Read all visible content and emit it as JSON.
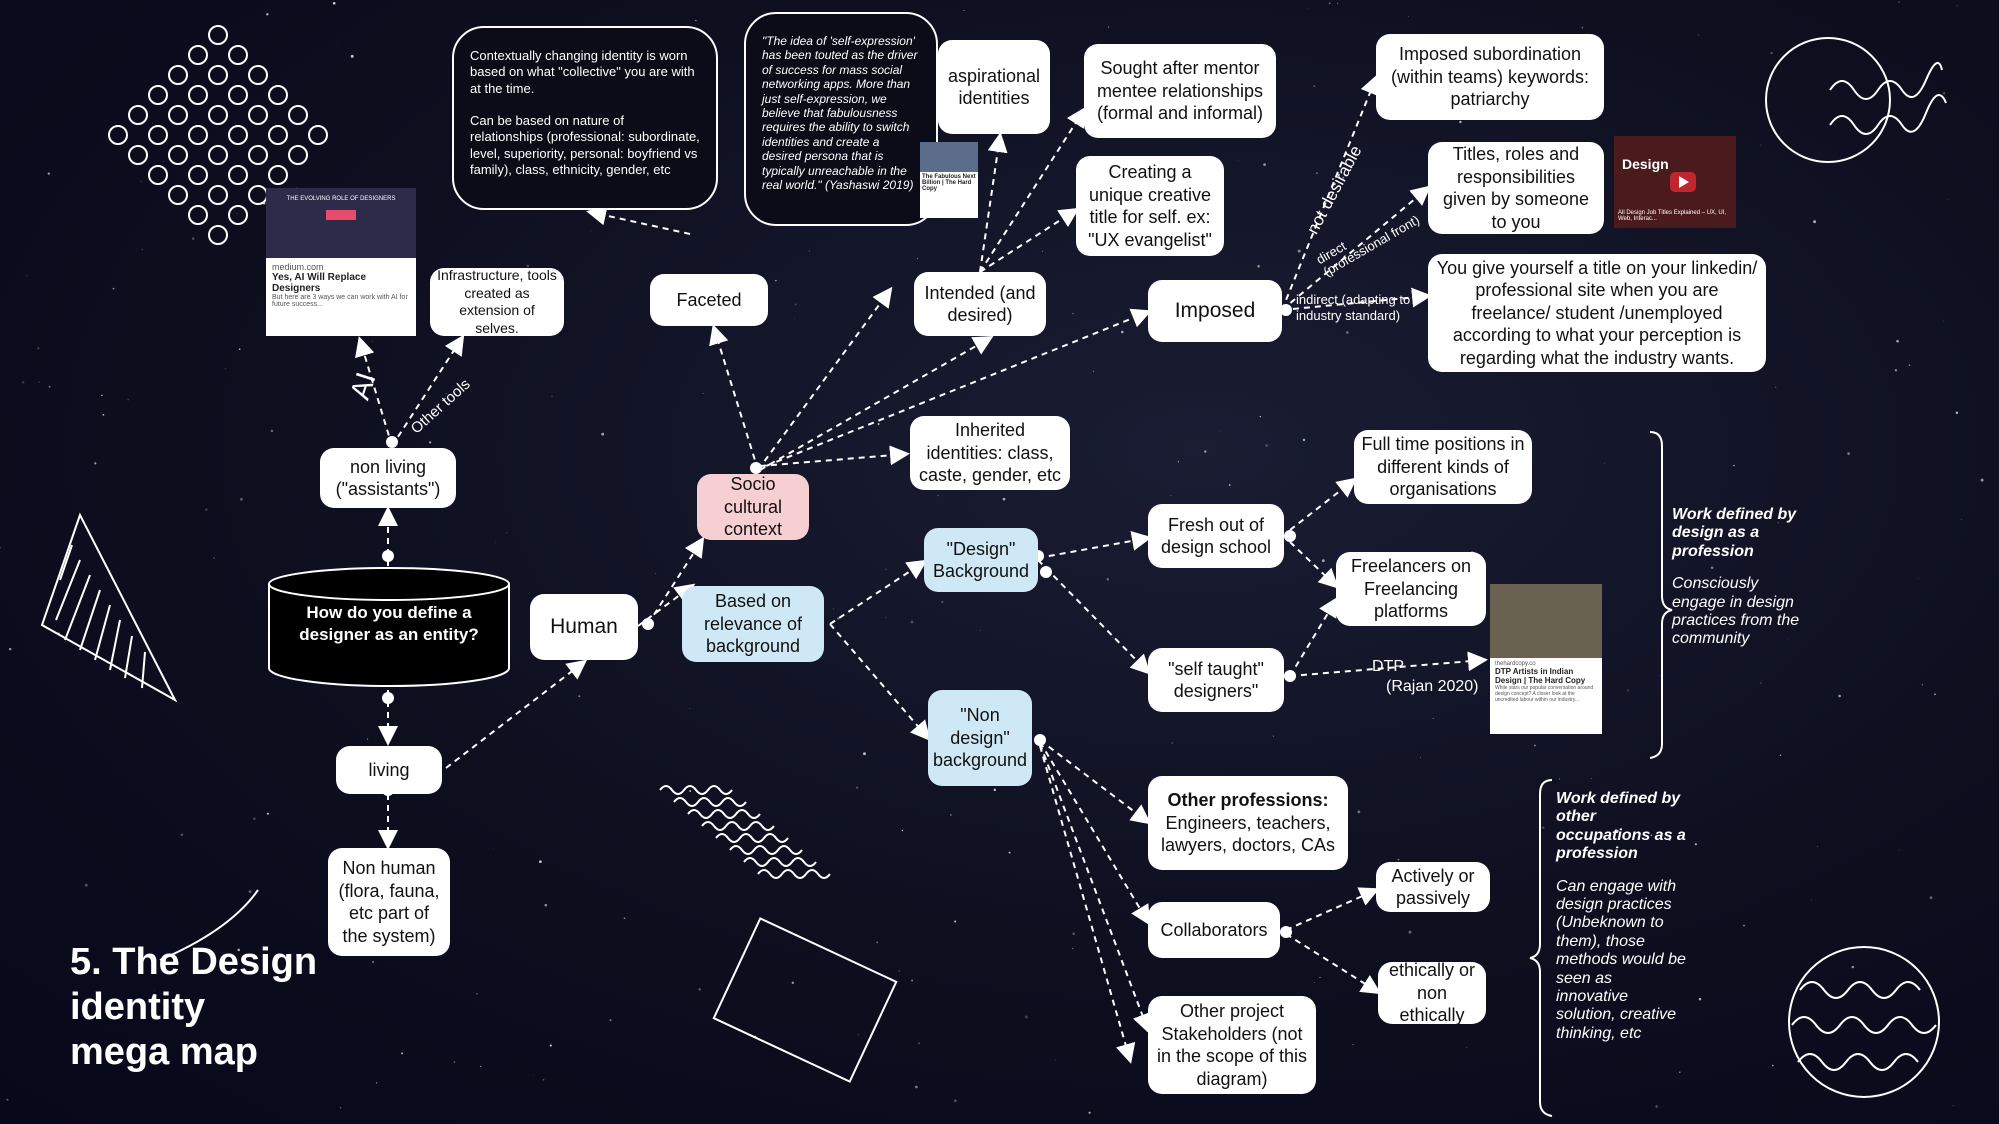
{
  "title": "5. The Design\nidentity\nmega map",
  "nodes": {
    "central": "How do you define a designer as an entity?",
    "non_living": "non living (\"assistants\")",
    "living": "living",
    "non_human": "Non human (flora, fauna, etc part of the system)",
    "infrastructure": "Infrastructure, tools created as extension of selves.",
    "human": "Human",
    "socio": "Socio cultural context",
    "relevance": "Based on relevance of background",
    "faceted": "Faceted",
    "contextual": "Contextually changing identity is worn based on what \"collective\" you are with at the time.\n\nCan be based on nature of relationships (professional: subordinate, level, superiority, personal: boyfriend vs family), class, ethnicity, gender, etc",
    "quote": "\"The idea of 'self-expression' has been touted as the driver of success for mass social networking apps. More than just self-expression, we believe that fabulousness requires the ability to switch identities and create a desired persona that is typically unreachable in the real world.\" (Yashaswi 2019)",
    "aspirational": "aspirational identities",
    "intended": "Intended (and desired)",
    "mentor": "Sought after mentor mentee relationships (formal and informal)",
    "creative_title": "Creating a unique creative title for self. ex: \"UX evangelist\"",
    "imposed": "Imposed",
    "subordination": "Imposed subordination (within teams) keywords: patriarchy",
    "titles": "Titles, roles and responsibilities given by someone to you",
    "linkedin": "You give yourself a title on your linkedin/ professional site  when you are freelance/ student /unemployed according to what your perception is regarding what the industry wants.",
    "inherited": "Inherited identities: class, caste, gender, etc",
    "design_bg": "\"Design\" Background",
    "nondesign_bg": "\"Non design\" background",
    "fresh": "Fresh out of design school",
    "self_taught": "\"self taught\" designers\"",
    "fulltime": "Full time positions in different kinds of organisations",
    "freelancers": "Freelancers on Freelancing platforms",
    "other_prof_head": "Other professions:",
    "other_prof_body": "Engineers, teachers, lawyers, doctors, CAs",
    "collaborators": "Collaborators",
    "stakeholders": "Other project Stakeholders (not in the scope of this diagram)",
    "actively": "Actively or passively",
    "ethically": "ethically or non ethically"
  },
  "edge_labels": {
    "ai": "AI",
    "other_tools": "Other tools",
    "not_desirable": "not desirable",
    "direct": "direct\n(professional front)",
    "indirect": "indirect (adapting to\nindustry standard)",
    "dtp": "DTP",
    "rajan": "(Rajan 2020)"
  },
  "braces": {
    "b1_head": "Work defined by design as a profession",
    "b1_body": "Consciously engage in design practices from the community",
    "b2_head": "Work defined by other occupations as a profession",
    "b2_body": "Can engage with design practices (Unbeknown to them), those methods would be seen as innovative solution, creative thinking, etc"
  },
  "cards": {
    "medium_header": "THE EVOLVING ROLE OF DESIGNERS",
    "medium_site": "medium.com",
    "medium_title": "Yes, AI Will Replace Designers",
    "medium_desc": "But here are 3 ways we can work with AI for future success...",
    "dtp_site": "thehardcopy.co",
    "dtp_title": "DTP Artists in Indian Design | The Hard Copy",
    "dtp_desc": "While stars our popular conversation around design concept? A closer look at the uncredited labour within our industry...",
    "video_caption": "All Design Job Titles Explained – UX, UI, Web, Interac...",
    "quote_card_title": "The Fabulous Next Billion | The Hard Copy"
  },
  "colors": {
    "background": "#0d0f1f",
    "socio": "#f6cfd2",
    "blue": "#cfe8f5",
    "video_red": "#c0262d"
  }
}
